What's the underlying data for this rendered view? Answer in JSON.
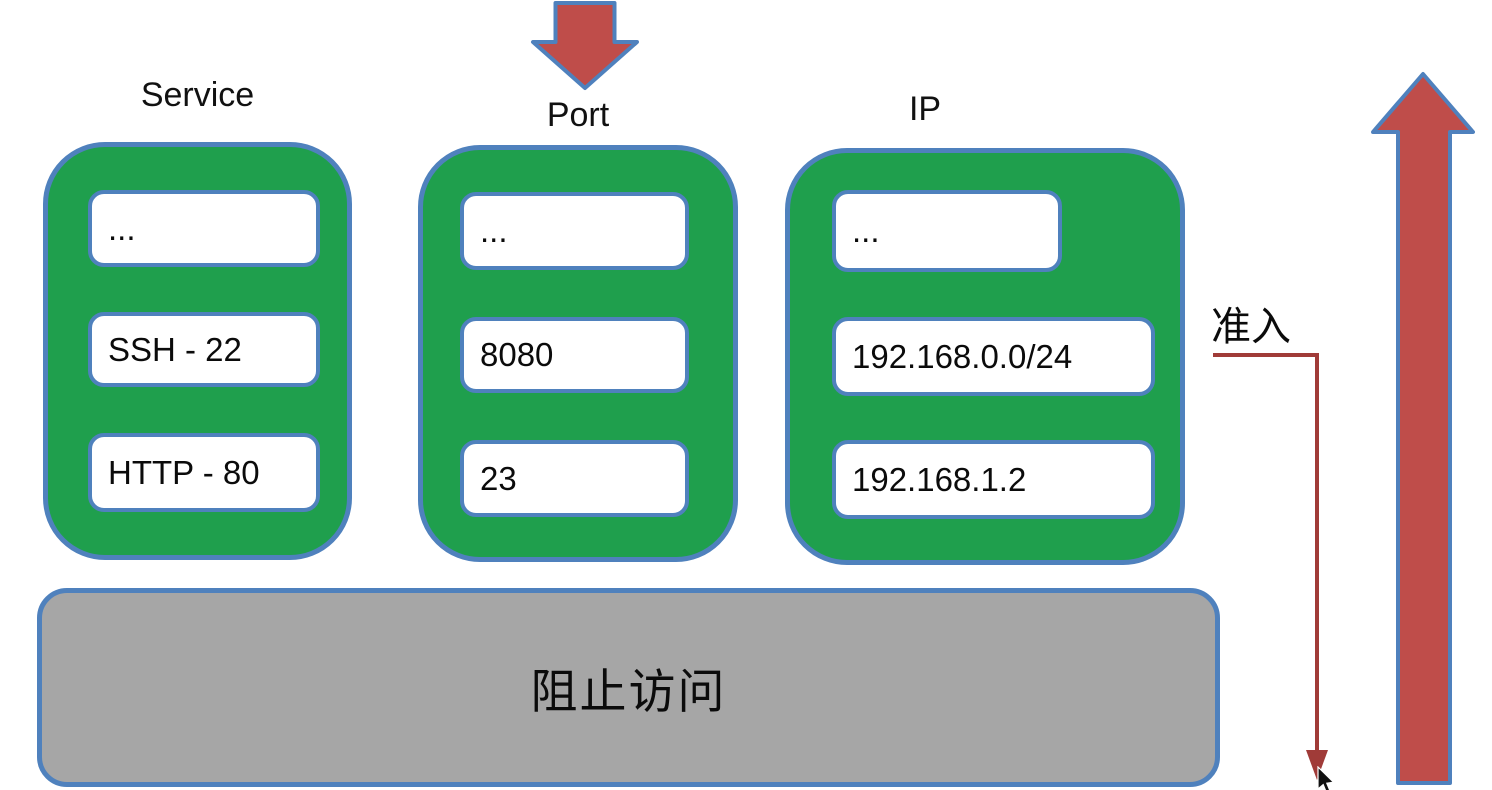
{
  "diagram": {
    "title_note": "firewall rule diagram",
    "columns": [
      {
        "label": "Service",
        "items": [
          "...",
          "SSH - 22",
          "HTTP - 80"
        ]
      },
      {
        "label": "Port",
        "items": [
          "...",
          "8080",
          "23"
        ]
      },
      {
        "label": "IP",
        "items": [
          "...",
          "192.168.0.0/24",
          "192.168.1.2"
        ]
      }
    ],
    "block_bar": {
      "label": "阻止访问"
    },
    "admit_label": "准入",
    "icons": {
      "down_arrow": "block-arrow-down",
      "up_arrow": "block-arrow-up",
      "flow_arrow": "elbow-arrow-down",
      "cursor": "mouse-pointer"
    },
    "colors": {
      "green_fill": "#1f9f4d",
      "blue_border": "#4f81bd",
      "red_arrow_fill": "#bf4d4a",
      "thin_line_red": "#a03b38",
      "gray_bar_fill": "#a6a6a6",
      "text": "#0b0b0b",
      "background": "#ffffff"
    }
  }
}
